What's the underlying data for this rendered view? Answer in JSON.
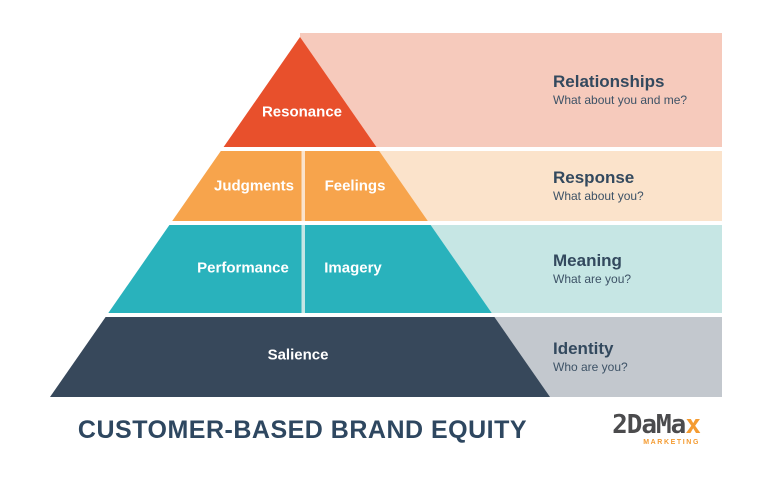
{
  "title": "CUSTOMER-BASED BRAND EQUITY",
  "logo": {
    "word_dark": "2DaMa",
    "word_accent": "x",
    "subtext": "MARKETING"
  },
  "colors": {
    "level1_block": "#e8502c",
    "level1_band": "#f6cabc",
    "level2_block": "#f7a44c",
    "level2_band": "#fbe3cb",
    "level3_block": "#29b2bc",
    "level3_band": "#c6e6e4",
    "level4_block": "#37485b",
    "level4_band": "#c3c8ce",
    "block_text": "#ffffff",
    "stage_text": "#33495e",
    "title_text": "#2e4760",
    "logo_dark": "#4b4b4d",
    "logo_accent": "#f49b31"
  },
  "pyramid": {
    "levels": [
      {
        "blocks": [
          "Resonance"
        ],
        "stage": "Relationships",
        "question": "What about you and me?"
      },
      {
        "blocks": [
          "Judgments",
          "Feelings"
        ],
        "stage": "Response",
        "question": "What about you?"
      },
      {
        "blocks": [
          "Performance",
          "Imagery"
        ],
        "stage": "Meaning",
        "question": "What are you?"
      },
      {
        "blocks": [
          "Salience"
        ],
        "stage": "Identity",
        "question": "Who are you?"
      }
    ]
  }
}
